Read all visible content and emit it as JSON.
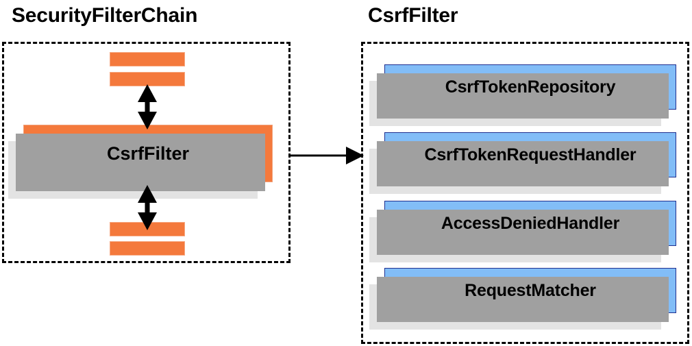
{
  "diagram": {
    "type": "architecture-block-diagram",
    "background_color": "#ffffff",
    "colors": {
      "orange_fill": "#f4793c",
      "orange_border": "#f0a27c",
      "blue_fill": "#82bdf7",
      "blue_border": "#1f2f8f",
      "shadow_near": "#a0a0a0",
      "shadow_far": "#e3e3e3",
      "panel_border": "#000000",
      "arrow": "#000000",
      "text": "#000000"
    }
  },
  "left_panel": {
    "title": "SecurityFilterChain",
    "filters_above": [
      "",
      ""
    ],
    "focus_node": {
      "label": "CsrfFilter"
    },
    "filters_below": [
      "",
      ""
    ],
    "arrows": [
      {
        "name": "filters-above-to-csrffilter",
        "direction": "bidirectional"
      },
      {
        "name": "csrffilter-to-filters-below",
        "direction": "bidirectional"
      }
    ]
  },
  "connector": {
    "name": "securityfilterchain-to-csrffilter",
    "direction": "right",
    "label": ""
  },
  "right_panel": {
    "title": "CsrfFilter",
    "collaborators": [
      {
        "label": "CsrfTokenRepository"
      },
      {
        "label": "CsrfTokenRequestHandler"
      },
      {
        "label": "AccessDeniedHandler"
      },
      {
        "label": "RequestMatcher"
      }
    ]
  }
}
